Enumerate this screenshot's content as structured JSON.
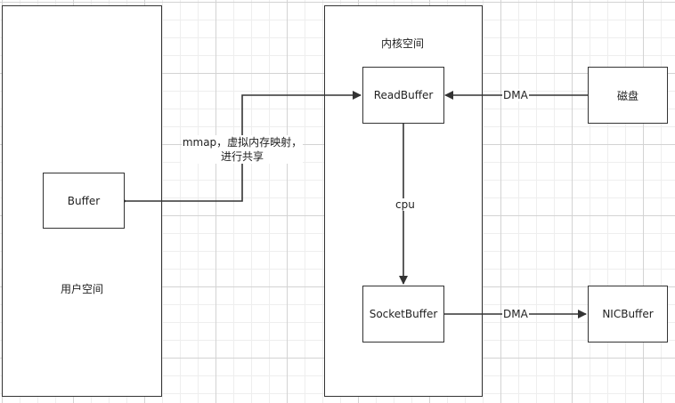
{
  "regions": {
    "user_space": "用户空间",
    "kernel_space": "内核空间"
  },
  "nodes": {
    "buffer": "Buffer",
    "read_buffer": "ReadBuffer",
    "socket_buffer": "SocketBuffer",
    "disk": "磁盘",
    "nic_buffer": "NICBuffer"
  },
  "edges": {
    "dma_disk": "DMA",
    "cpu": "cpu",
    "dma_nic": "DMA",
    "mmap_line1": "mmap，虚拟内存映射，",
    "mmap_line2": "进行共享"
  },
  "colors": {
    "stroke": "#333333",
    "grid_major": "#d3d3d3",
    "grid_minor": "#eeeeee"
  }
}
